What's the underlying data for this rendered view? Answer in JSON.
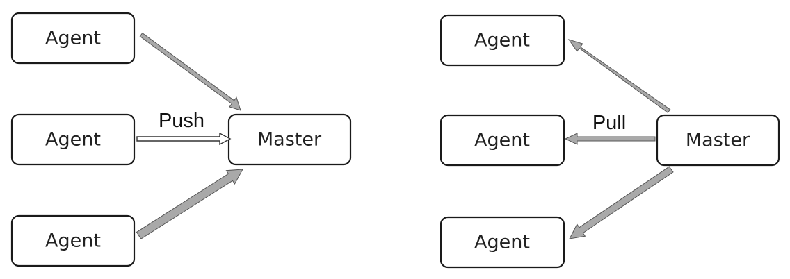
{
  "push_diagram": {
    "edge_label": "Push",
    "agents": [
      {
        "label": "Agent"
      },
      {
        "label": "Agent"
      },
      {
        "label": "Agent"
      }
    ],
    "master": {
      "label": "Master"
    }
  },
  "pull_diagram": {
    "edge_label": "Pull",
    "agents": [
      {
        "label": "Agent"
      },
      {
        "label": "Agent"
      },
      {
        "label": "Agent"
      }
    ],
    "master": {
      "label": "Master"
    }
  },
  "colors": {
    "node_border": "#1a1a1a",
    "arrow_outline": "#555555",
    "arrow_fill": "#a9a9a9",
    "push_center_arrow_fill": "#ffffff"
  }
}
